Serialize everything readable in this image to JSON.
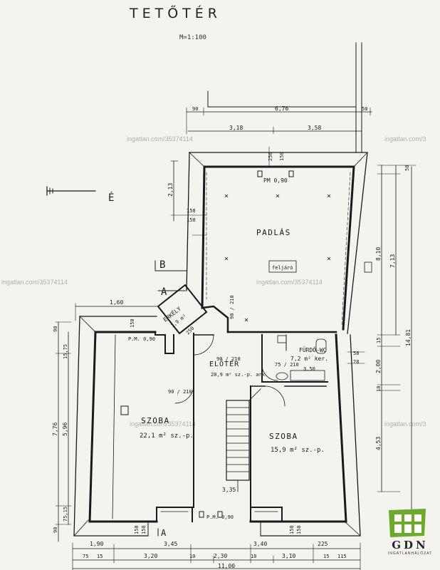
{
  "title": "TETŐTÉR",
  "scale": "M=1:100",
  "watermark": "ingatlan.com/35374114",
  "watermark_short": "ingatlan.com/3",
  "north": "É",
  "section_marks": {
    "a": "A",
    "b": "B"
  },
  "rooms": {
    "padlas": "PADLÁS",
    "feljaro": "feljáró",
    "erkely": "ERKÉLY",
    "erkely_area": "1,9 m²",
    "eloter": "ELŐTÉR",
    "eloter_area": "20,9 m² sz.-p. ark.",
    "furdo": "FÜRDŐ-WC",
    "furdo_area": "7,2 m² ker.",
    "szoba_left": "SZOBA",
    "szoba_left_area": "22,1 m² sz.-p.",
    "szoba_right": "SZOBA",
    "szoba_right_area": "15,9 m² sz.-p."
  },
  "labels": {
    "pm_top": "PM 0,90",
    "pm_left": "P.M. 0,90",
    "pm_bottom": "P.M. 0,90",
    "stair_height": "3,35",
    "w90_210_a": "90 / 210",
    "w90_210_b": "90 / 210",
    "w90_210_c": "90 / 210",
    "w75_210": "75 / 210",
    "w250": "250",
    "w350": "3,50"
  },
  "dimensions": {
    "top_row1": [
      "90",
      "6,76",
      "50"
    ],
    "top_row2": [
      "3,18",
      "3,58"
    ],
    "top_small": [
      "250",
      "150"
    ],
    "left_upper": [
      "2,13",
      "150",
      "150"
    ],
    "left_mid": [
      "1,60",
      "150"
    ],
    "left_col1": [
      "90",
      "7,76",
      "90"
    ],
    "left_col2": [
      "15,75",
      "5,96",
      "75,15"
    ],
    "right_col1": [
      "50",
      "8,10",
      "15",
      "2,00",
      "10",
      "4,53"
    ],
    "right_col2": [
      "7,13"
    ],
    "right_col3": [
      "14,81"
    ],
    "right_small": [
      "58",
      "78"
    ],
    "bottom_row1": [
      "1,90",
      "3,45",
      "3,40",
      "225"
    ],
    "bottom_row2": [
      "75",
      "15",
      "3,20",
      "10",
      "2,30",
      "10",
      "3,10",
      "15",
      "115"
    ],
    "bottom_total": "11,00",
    "bottom_small": [
      "150",
      "150",
      "150",
      "150"
    ]
  },
  "logo": {
    "text": "GDN",
    "sub": "INGATLANHÁLÓZAT",
    "color": "#6cab2a"
  }
}
